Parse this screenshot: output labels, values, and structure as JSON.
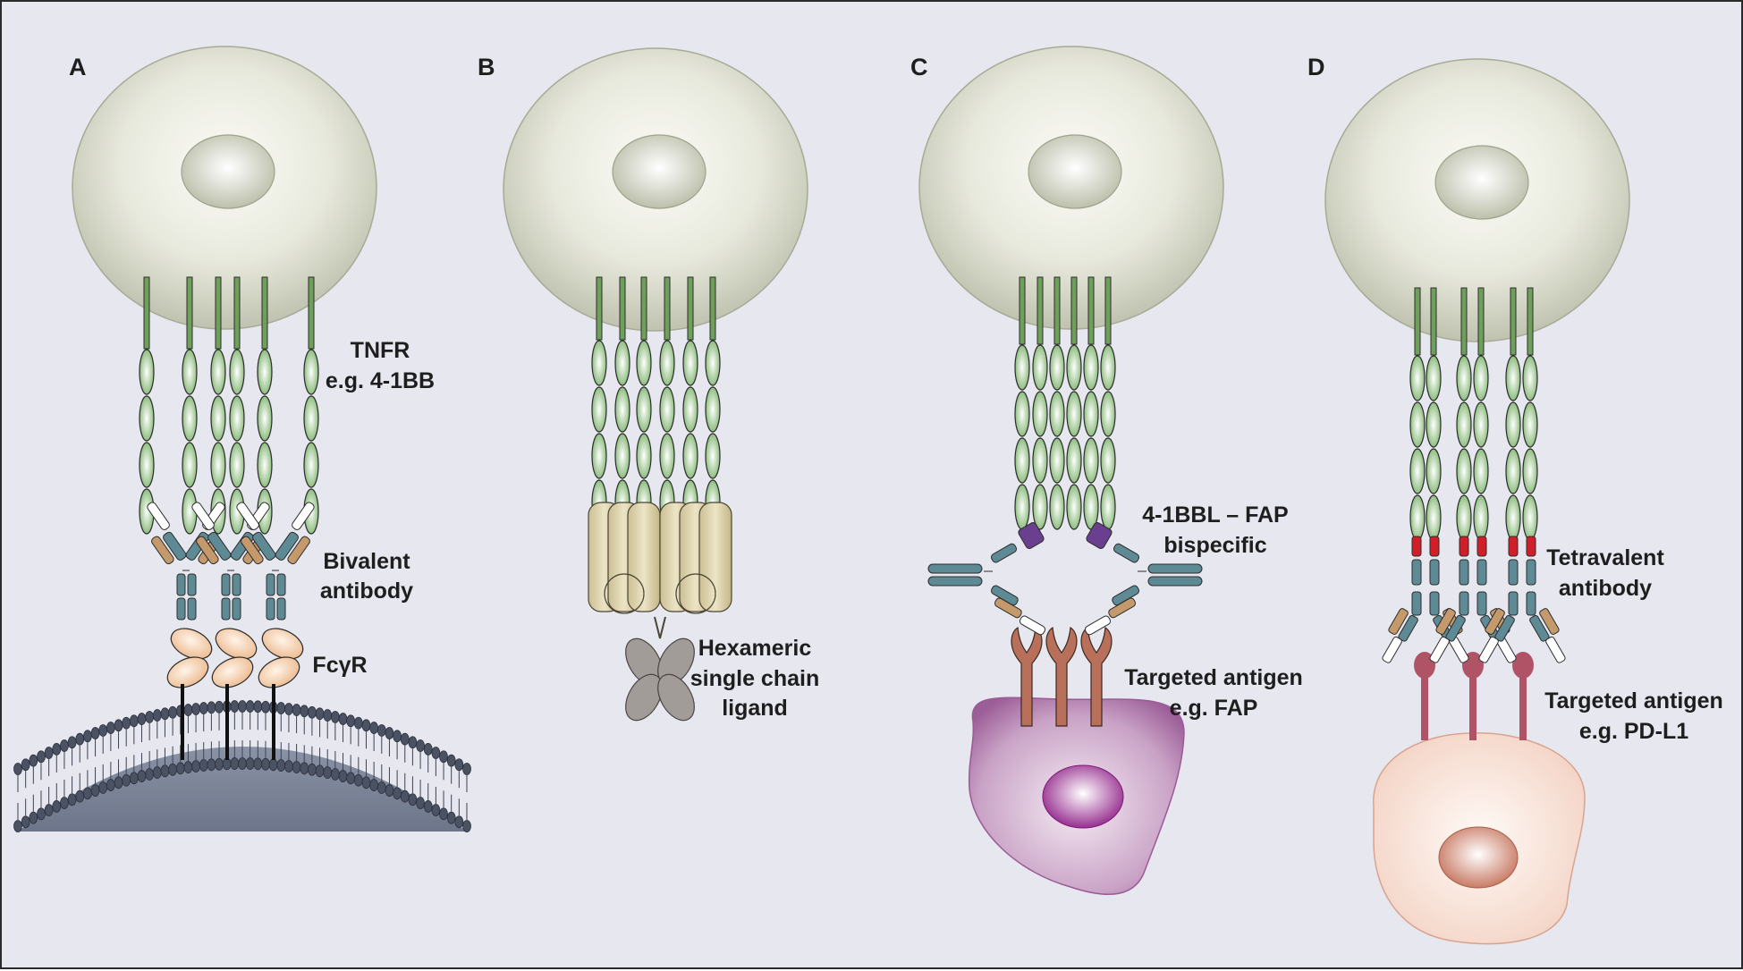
{
  "panels": {
    "a": {
      "letter": "A",
      "labels": {
        "tnfr1": "TNFR",
        "tnfr2": "e.g. 4-1BB",
        "ab1": "Bivalent",
        "ab2": "antibody",
        "fcr": "FcγR"
      }
    },
    "b": {
      "letter": "B",
      "labels": {
        "lig1": "Hexameric",
        "lig2": "single chain",
        "lig3": "ligand"
      }
    },
    "c": {
      "letter": "C",
      "labels": {
        "bis1": "4-1BBL – FAP",
        "bis2": "bispecific",
        "ag1": "Targeted antigen",
        "ag2": "e.g. FAP"
      }
    },
    "d": {
      "letter": "D",
      "labels": {
        "tet1": "Tetravalent",
        "tet2": "antibody",
        "ag1": "Targeted antigen",
        "ag2": "e.g. PD-L1"
      }
    }
  },
  "colors": {
    "background": "#e6e7ef",
    "receptor_green": "#5f9a4e",
    "antibody_teal": "#5e8a95",
    "antibody_tan": "#c49a6c",
    "fc_receptor": "#f5c9a0",
    "ligand_yellow": "#e2d8b1",
    "ligand_grey": "#a29c98",
    "bispecific_purple": "#6b3f8f",
    "fap_antigen": "#b8705a",
    "pdl1_antigen": "#b05366",
    "fap_cell": "#9b5a95",
    "pdl1_cell": "#f0cdbd",
    "marker_red": "#d11f2a",
    "membrane": "#6c7589"
  }
}
